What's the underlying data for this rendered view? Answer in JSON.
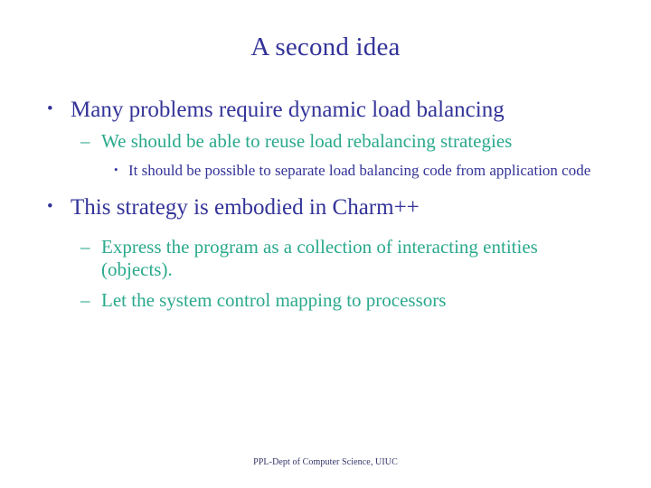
{
  "slide": {
    "title": "A second idea",
    "colors": {
      "title": "#333399",
      "level1": "#333399",
      "level2": "#2BA98D",
      "level3": "#333399",
      "footer": "#333366",
      "background": "#FFFFFF"
    },
    "markers": {
      "level1": "•",
      "level2": "–",
      "level3": "•"
    },
    "bullets": [
      {
        "level": 1,
        "text": "Many problems require dynamic load balancing"
      },
      {
        "level": 2,
        "text": "We should be able to reuse load rebalancing strategies"
      },
      {
        "level": 3,
        "text": "It should be possible to separate load balancing code from application code"
      },
      {
        "level": 1,
        "text": "This strategy is embodied in Charm++"
      },
      {
        "level": 2,
        "text": "Express the program as a collection of interacting entities (objects)."
      },
      {
        "level": 2,
        "text": "Let the system control mapping to processors"
      }
    ],
    "footer": "PPL-Dept of Computer Science, UIUC"
  }
}
